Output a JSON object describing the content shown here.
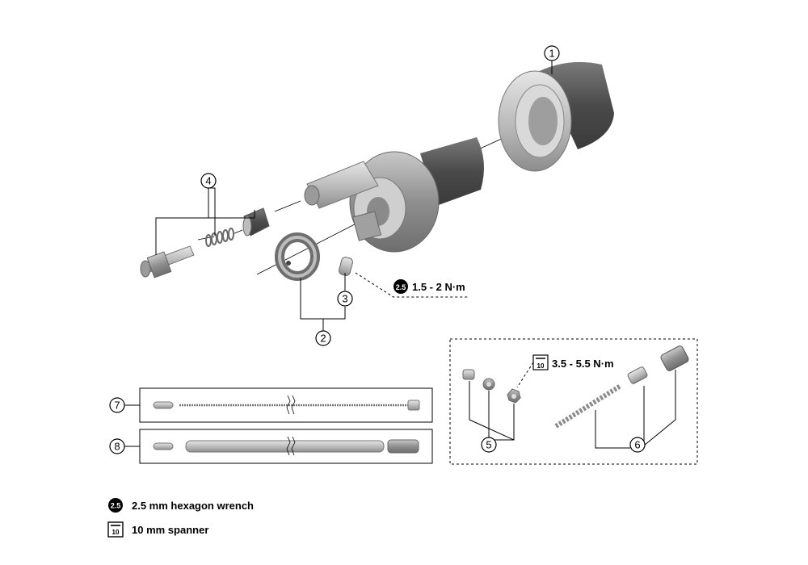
{
  "callouts": {
    "c1": "1",
    "c2": "2",
    "c3": "3",
    "c4": "4",
    "c5": "5",
    "c6": "6",
    "c7": "7",
    "c8": "8"
  },
  "torque": {
    "hex": "1.5 - 2 N·m",
    "spanner": "3.5 - 5.5 N·m"
  },
  "tool_icons": {
    "hex_symbol": "2.5",
    "spanner_symbol": "10"
  },
  "legend": {
    "hex": "2.5 mm hexagon wrench",
    "spanner": "10 mm spanner"
  },
  "colors": {
    "part_dark": "#5a5a5a",
    "part_mid": "#8c8c8c",
    "part_light": "#bdbdbd",
    "line": "#000000"
  }
}
